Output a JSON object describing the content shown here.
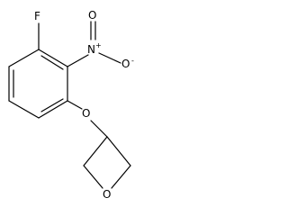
{
  "molecule": {
    "atoms": {
      "fluorine": "F",
      "nitro_nitrogen": "N",
      "nitro_plus": "+",
      "nitro_oxygen_right": "O",
      "nitro_minus": "-",
      "nitro_oxygen_left": "O",
      "ether_oxygen": "O",
      "oxetane_oxygen": "O"
    },
    "colors": {
      "bond": "#000000",
      "label": "#000000",
      "background": "#ffffff"
    }
  }
}
